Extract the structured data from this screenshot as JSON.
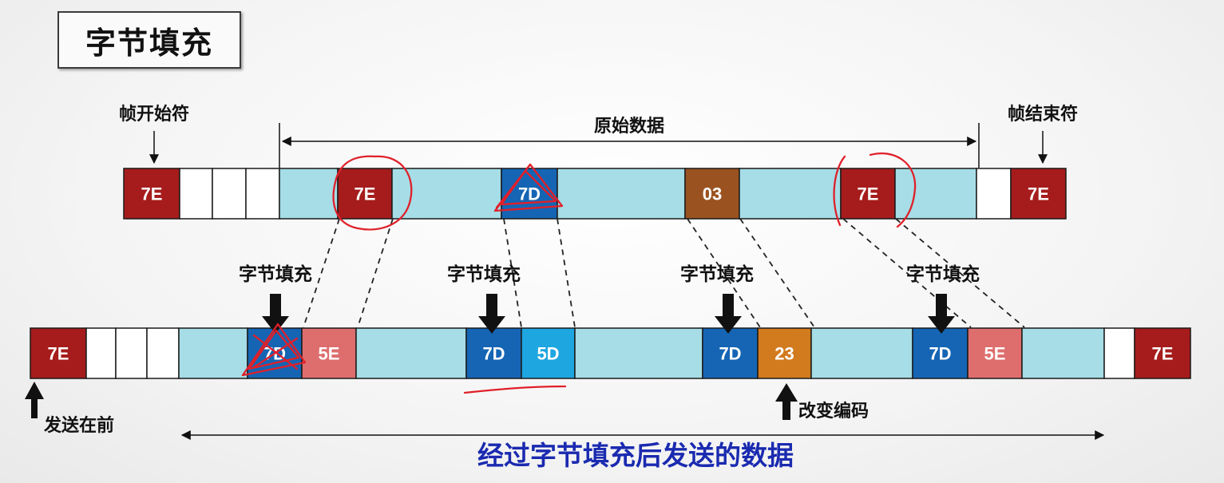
{
  "title": "字节填充",
  "colors": {
    "flag": "#a61c1c",
    "data": "#a6dde6",
    "empty": "#ffffff",
    "escape": "#1565b4",
    "stuffed_5e": "#de6e6e",
    "stuffed_5d": "#1ea6e0",
    "ctrl_orig": "#9a5320",
    "ctrl_encoded": "#d27a1e",
    "annotation": "#e0202a",
    "bottom_caption": "#1a2ab0"
  },
  "top_labels": {
    "frame_start": "帧开始符",
    "original_data": "原始数据",
    "frame_end": "帧结束符"
  },
  "top_frame": [
    {
      "text": "7E",
      "kind": "flag"
    },
    {
      "text": "",
      "kind": "empty"
    },
    {
      "text": "",
      "kind": "empty"
    },
    {
      "text": "",
      "kind": "empty"
    },
    {
      "text": "",
      "kind": "data"
    },
    {
      "text": "7E",
      "kind": "flag"
    },
    {
      "text": "",
      "kind": "data"
    },
    {
      "text": "7D",
      "kind": "escape"
    },
    {
      "text": "",
      "kind": "data"
    },
    {
      "text": "03",
      "kind": "ctrl_orig"
    },
    {
      "text": "",
      "kind": "data"
    },
    {
      "text": "7E",
      "kind": "flag"
    },
    {
      "text": "",
      "kind": "data"
    },
    {
      "text": "",
      "kind": "empty"
    },
    {
      "text": "7E",
      "kind": "flag"
    }
  ],
  "stuffing_labels": [
    "字节填充",
    "字节填充",
    "字节填充",
    "字节填充"
  ],
  "bottom_frame": [
    {
      "text": "7E",
      "kind": "flag"
    },
    {
      "text": "",
      "kind": "empty"
    },
    {
      "text": "",
      "kind": "empty"
    },
    {
      "text": "",
      "kind": "empty"
    },
    {
      "text": "",
      "kind": "data"
    },
    {
      "text": "7D",
      "kind": "escape"
    },
    {
      "text": "5E",
      "kind": "stuffed_5e"
    },
    {
      "text": "",
      "kind": "data"
    },
    {
      "text": "7D",
      "kind": "escape"
    },
    {
      "text": "5D",
      "kind": "stuffed_5d"
    },
    {
      "text": "",
      "kind": "data"
    },
    {
      "text": "7D",
      "kind": "escape"
    },
    {
      "text": "23",
      "kind": "ctrl_encoded"
    },
    {
      "text": "",
      "kind": "data"
    },
    {
      "text": "7D",
      "kind": "escape"
    },
    {
      "text": "5E",
      "kind": "stuffed_5e"
    },
    {
      "text": "",
      "kind": "data"
    },
    {
      "text": "",
      "kind": "empty"
    },
    {
      "text": "7E",
      "kind": "flag"
    }
  ],
  "bottom_labels": {
    "send_first": "发送在前",
    "change_encoding": "改变编码",
    "caption": "经过字节填充后发送的数据"
  }
}
